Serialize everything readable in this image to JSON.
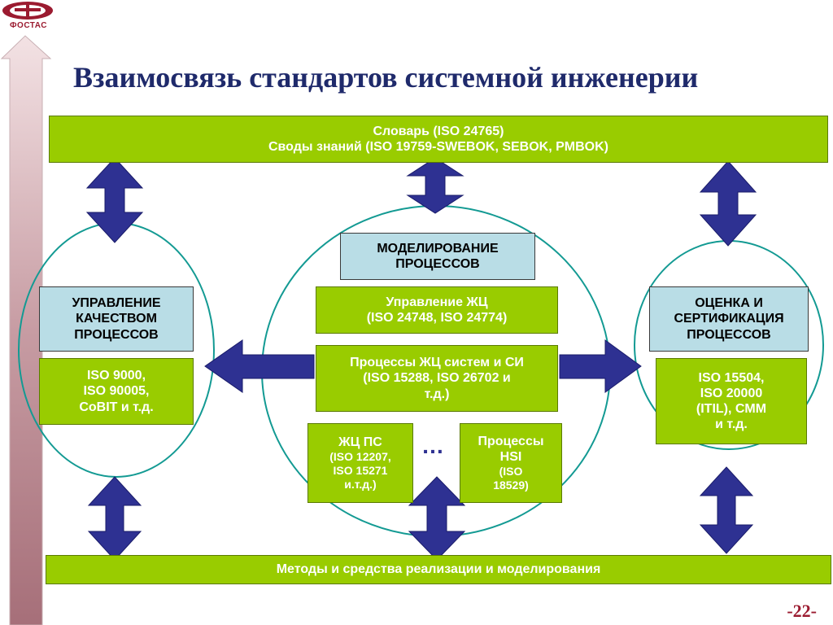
{
  "logo": {
    "text": "ФОСТАС"
  },
  "title": "Взаимосвязь стандартов системной инженерии",
  "top_bar": {
    "line1": "Словарь (ISO 24765)",
    "line2": "Своды знаний (ISO 19759-SWEBOK, SEBOK, PMBOK)"
  },
  "left": {
    "header": [
      "УПРАВЛЕНИЕ",
      "КАЧЕСТВОМ",
      "ПРОЦЕССОВ"
    ],
    "standards": [
      "ISO 9000,",
      "ISO 90005,",
      "CoBIT и т.д."
    ]
  },
  "center": {
    "header": [
      "МОДЕЛИРОВАНИЕ",
      "ПРОЦЕССОВ"
    ],
    "lifecycle": [
      "Управление ЖЦ",
      "(ISO 24748, ISO 24774)"
    ],
    "processes": [
      "Процессы ЖЦ систем и СИ",
      "(ISO 15288, ISO 26702 и",
      "т.д.)"
    ],
    "software": [
      "ЖЦ ПС",
      "(ISO 12207,",
      "ISO 15271",
      "и.т.д.)"
    ],
    "ellipsis": "…",
    "hsi": [
      "Процессы",
      "HSI",
      "(ISO",
      "18529)"
    ]
  },
  "right": {
    "header": [
      "ОЦЕНКА И",
      "СЕРТИФИКАЦИЯ",
      "ПРОЦЕССОВ"
    ],
    "standards": [
      "ISO 15504,",
      "ISO 20000",
      "(ITIL), CMM",
      "и т.д."
    ]
  },
  "bottom_bar": {
    "text": "Методы и средства реализации и моделирования"
  },
  "page_number": "-22-",
  "colors": {
    "green": "#99cc00",
    "blue_box": "#b9dde6",
    "arrow": "#2e3192",
    "ellipse": "#139a93",
    "title": "#1f2a6b",
    "accent": "#9b1b30"
  }
}
